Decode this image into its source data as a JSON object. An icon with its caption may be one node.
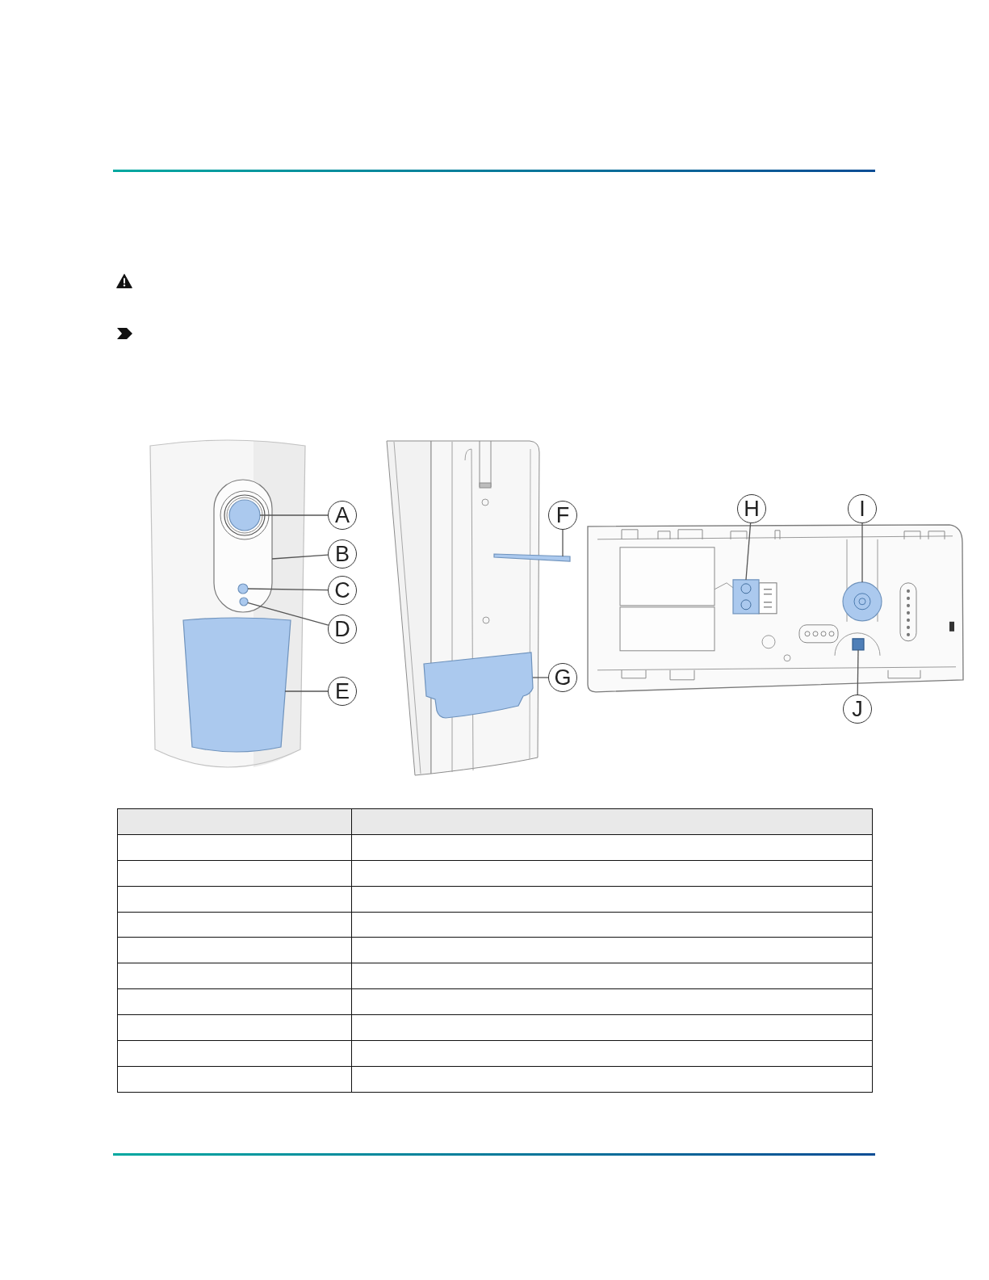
{
  "diagram": {
    "nodes": [
      {
        "text": [
          "A"
        ]
      },
      {
        "text": [
          "B"
        ]
      },
      {
        "text": [
          "C"
        ]
      },
      {
        "text": [
          "D"
        ]
      },
      {
        "text": [
          "E"
        ]
      },
      {
        "text": [
          "F"
        ]
      },
      {
        "text": [
          "G"
        ]
      },
      {
        "text": [
          "H"
        ]
      },
      {
        "text": [
          "I"
        ]
      },
      {
        "text": [
          "J"
        ]
      },
      {
        "text": [],
        "shape": "box"
      },
      {
        "text": [],
        "shape": "circle",
        "in": 10
      },
      {
        "text": [],
        "shape": "circle",
        "in": 10
      },
      {
        "text": [],
        "shape": "circle",
        "in": 10
      },
      {
        "text": [],
        "shape": "box"
      },
      {
        "text": [],
        "shape": "bar"
      },
      {
        "text": [],
        "shape": "box"
      },
      {
        "text": [],
        "shape": "box"
      },
      {
        "text": [],
        "shape": "circle"
      },
      {
        "text": [],
        "shape": "box"
      }
    ],
    "edges": [
      {
        "from": 0,
        "to": 11,
        "arrow": "none"
      },
      {
        "from": 1,
        "to": 10,
        "arrow": "none"
      },
      {
        "from": 2,
        "to": 12,
        "arrow": "none"
      },
      {
        "from": 3,
        "to": 13,
        "arrow": "none"
      },
      {
        "from": 4,
        "to": 14,
        "arrow": "none"
      },
      {
        "from": 5,
        "to": 15,
        "arrow": "none"
      },
      {
        "from": 6,
        "to": 16,
        "arrow": "none"
      },
      {
        "from": 7,
        "to": 17,
        "arrow": "none"
      },
      {
        "from": 8,
        "to": 18,
        "arrow": "none"
      },
      {
        "from": 9,
        "to": 19,
        "arrow": "none"
      }
    ]
  }
}
